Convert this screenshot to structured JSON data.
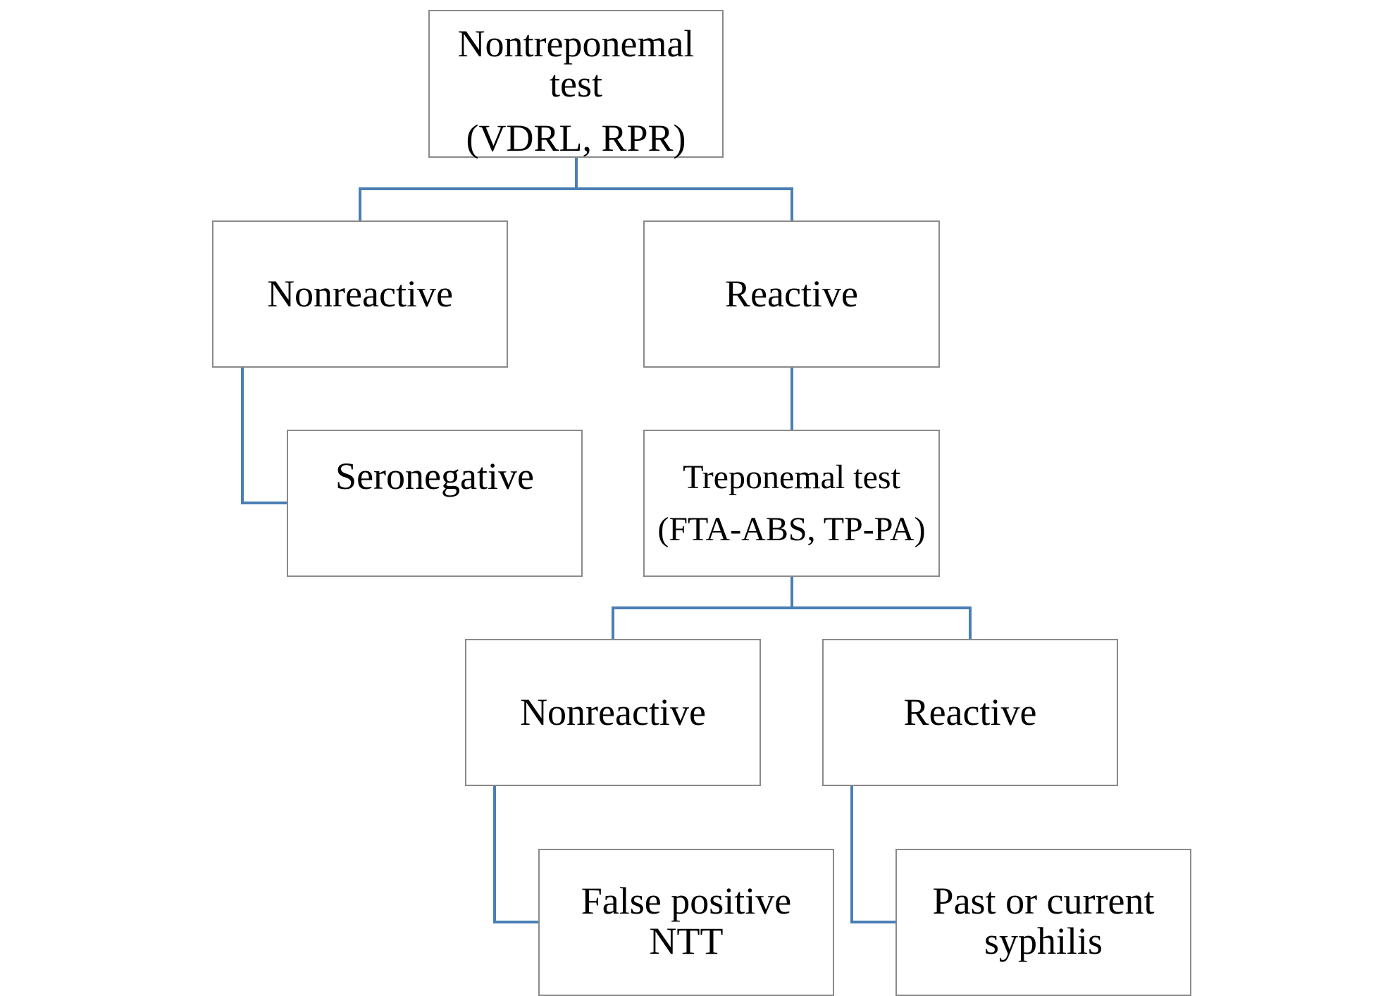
{
  "colors": {
    "connector": "#4a7fb5",
    "box_border": "#8a8a8a",
    "background": "#ffffff",
    "text": "#000000"
  },
  "nodes": {
    "root": {
      "lines": [
        "Nontreponemal",
        "test",
        "(VDRL, RPR)"
      ]
    },
    "nonreactive_1": {
      "lines": [
        "Nonreactive"
      ]
    },
    "reactive_1": {
      "lines": [
        "Reactive"
      ]
    },
    "seronegative": {
      "lines": [
        "Seronegative"
      ]
    },
    "treponemal": {
      "lines": [
        "Treponemal test",
        "(FTA-ABS, TP-PA)"
      ]
    },
    "nonreactive_2": {
      "lines": [
        "Nonreactive"
      ]
    },
    "reactive_2": {
      "lines": [
        "Reactive"
      ]
    },
    "false_positive": {
      "lines": [
        "False positive",
        "NTT"
      ]
    },
    "past_current": {
      "lines": [
        "Past or current",
        "syphilis"
      ]
    }
  },
  "edges": [
    {
      "from": "root",
      "to": "nonreactive_1"
    },
    {
      "from": "root",
      "to": "reactive_1"
    },
    {
      "from": "nonreactive_1",
      "to": "seronegative"
    },
    {
      "from": "reactive_1",
      "to": "treponemal"
    },
    {
      "from": "treponemal",
      "to": "nonreactive_2"
    },
    {
      "from": "treponemal",
      "to": "reactive_2"
    },
    {
      "from": "nonreactive_2",
      "to": "false_positive"
    },
    {
      "from": "reactive_2",
      "to": "past_current"
    }
  ]
}
